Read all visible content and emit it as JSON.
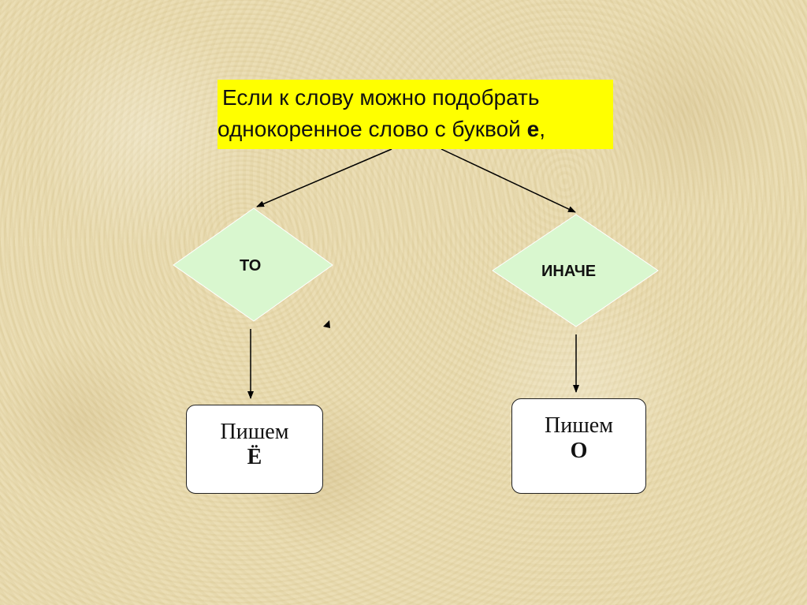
{
  "condition": {
    "line1": "Если к слову можно подобрать",
    "line2_prefix": "однокоренное слово с буквой ",
    "line2_letter": "е",
    "line2_suffix": ","
  },
  "branches": {
    "then_label": "ТО",
    "else_label": "ИНАЧЕ"
  },
  "results": {
    "then_word": "Пишем",
    "then_letter": "Ё",
    "else_word": "Пишем",
    "else_letter": "О"
  },
  "colors": {
    "condition_fill": "#ffff00",
    "diamond_fill": "#d9f7cf",
    "background": "#e9dbae"
  }
}
